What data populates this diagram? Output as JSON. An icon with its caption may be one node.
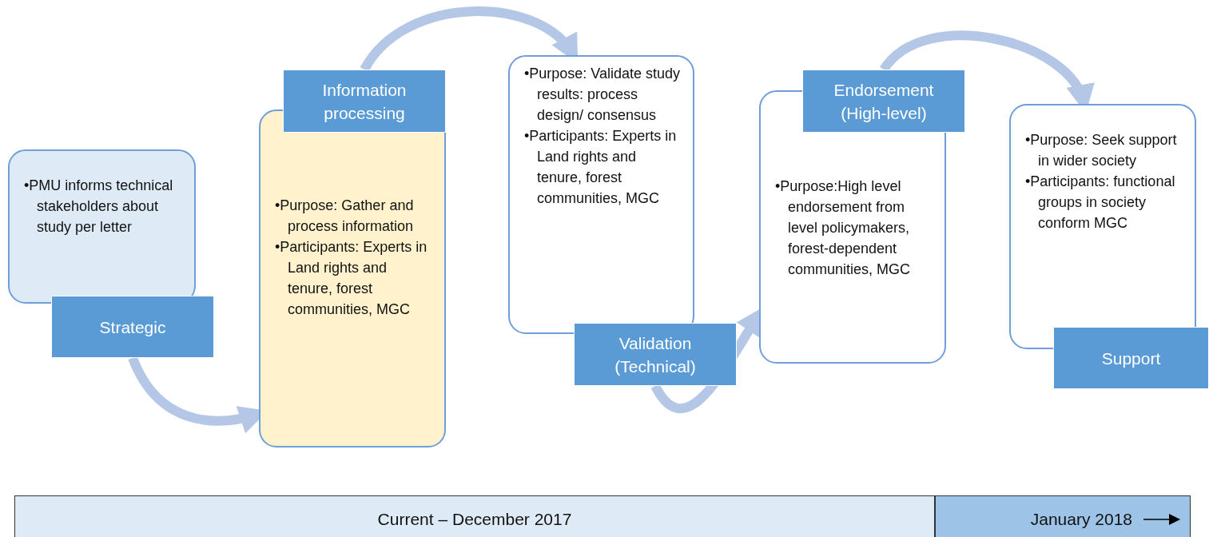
{
  "diagram": {
    "nodes": [
      {
        "text": [
          "•PMU informs technical stakeholders about study per letter"
        ]
      },
      {
        "text": [
          "Strategic"
        ]
      },
      {
        "text": [
          "Information processing"
        ]
      },
      {
        "text": [
          "•Purpose: Gather and process information",
          "•Participants: Experts in Land rights and tenure, forest communities, MGC"
        ]
      },
      {
        "text": [
          "•Purpose: Validate study results: process design/ consensus",
          "•Participants: Experts in Land rights and tenure, forest communities, MGC"
        ]
      },
      {
        "text": [
          "Validation (Technical)"
        ]
      },
      {
        "text": [
          "Endorsement (High-level)"
        ]
      },
      {
        "text": [
          "•Purpose:High level endorsement from level policymakers, forest-dependent communities, MGC"
        ]
      },
      {
        "text": [
          "•Purpose: Seek support in wider society",
          "•Participants: functional groups in society conform MGC"
        ]
      },
      {
        "text": [
          "Support"
        ]
      },
      {
        "text": [
          "Current – December 2017"
        ]
      },
      {
        "text": [
          "January 2018"
        ]
      }
    ],
    "edges": [
      {
        "from": 1,
        "to": 3,
        "arrow": "to"
      },
      {
        "from": 2,
        "to": 4,
        "arrow": "to"
      },
      {
        "from": 5,
        "to": 7,
        "arrow": "to"
      },
      {
        "from": 6,
        "to": 8,
        "arrow": "to"
      }
    ]
  }
}
